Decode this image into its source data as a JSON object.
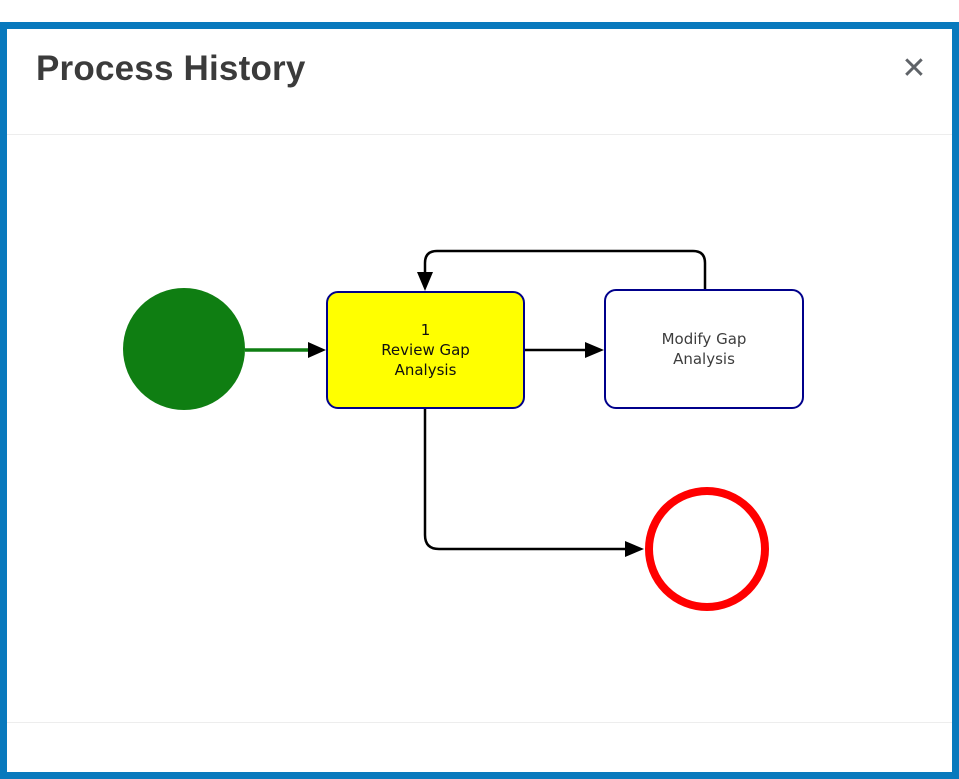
{
  "modal": {
    "title": "Process History",
    "close_label": "✕"
  },
  "diagram": {
    "type": "process-flow",
    "nodes": [
      {
        "id": "start",
        "kind": "start-event",
        "shape": "circle",
        "fill": "#0f7e12",
        "label": ""
      },
      {
        "id": "review-gap-analysis",
        "kind": "task",
        "shape": "rounded-rect",
        "fill": "#ffff00",
        "border": "#00008b",
        "state": "current",
        "label": "1\nReview Gap\nAnalysis"
      },
      {
        "id": "modify-gap-analysis",
        "kind": "task",
        "shape": "rounded-rect",
        "fill": "#ffffff",
        "border": "#00008b",
        "state": "pending",
        "label": "Modify Gap\nAnalysis"
      },
      {
        "id": "end",
        "kind": "end-event",
        "shape": "circle",
        "fill": "#ffffff",
        "stroke": "#ff0000",
        "label": ""
      }
    ],
    "edges": [
      {
        "from": "start",
        "to": "review-gap-analysis",
        "color": "#0f7e12"
      },
      {
        "from": "review-gap-analysis",
        "to": "modify-gap-analysis",
        "color": "#000000"
      },
      {
        "from": "modify-gap-analysis",
        "to": "review-gap-analysis",
        "color": "#000000",
        "kind": "loop-back"
      },
      {
        "from": "review-gap-analysis",
        "to": "end",
        "color": "#000000"
      }
    ]
  },
  "theme": {
    "modal_border": "#0879bd",
    "title_color": "#3b3b3b",
    "divider": "#ededed",
    "task_border": "#00008b",
    "start_green": "#0f7e12",
    "end_red": "#ff0000",
    "active_yellow": "#ffff00"
  }
}
